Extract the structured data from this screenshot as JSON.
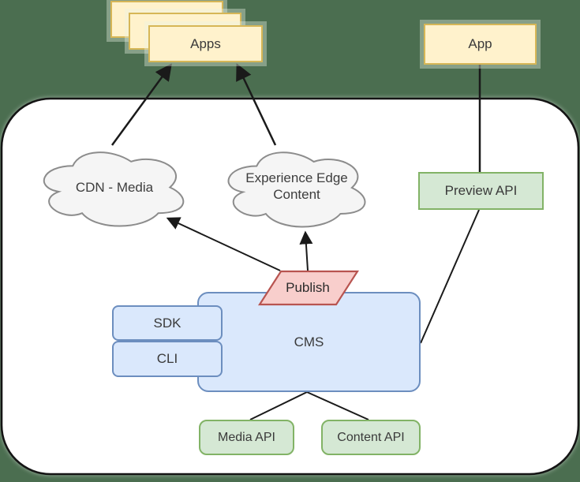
{
  "diagram": {
    "type": "architecture-diagram",
    "nodes": {
      "apps": {
        "label": "Apps"
      },
      "app": {
        "label": "App"
      },
      "cdn_cloud": {
        "label": "CDN - Media"
      },
      "edge_cloud": {
        "label": "Experience Edge\nContent"
      },
      "preview_api": {
        "label": "Preview API"
      },
      "publish": {
        "label": "Publish"
      },
      "cms": {
        "label": "CMS"
      },
      "sdk": {
        "label": "SDK"
      },
      "cli": {
        "label": "CLI"
      },
      "media_api": {
        "label": "Media API"
      },
      "content_api": {
        "label": "Content API"
      }
    },
    "colors": {
      "page_background": "#4b6e50",
      "boundary_fill": "#ffffff",
      "boundary_stroke": "#141414",
      "yellow_fill": "#fff2cc",
      "yellow_stroke": "#d6b656",
      "green_fill": "#d5e8d4",
      "green_stroke": "#82b366",
      "blue_fill": "#dae8fc",
      "blue_stroke": "#6c8ebf",
      "red_fill": "#f8cecc",
      "red_stroke": "#b85450",
      "cloud_fill": "#f5f5f5",
      "cloud_stroke": "#8c8c8c",
      "connector_stroke": "#1a1a1a"
    }
  }
}
